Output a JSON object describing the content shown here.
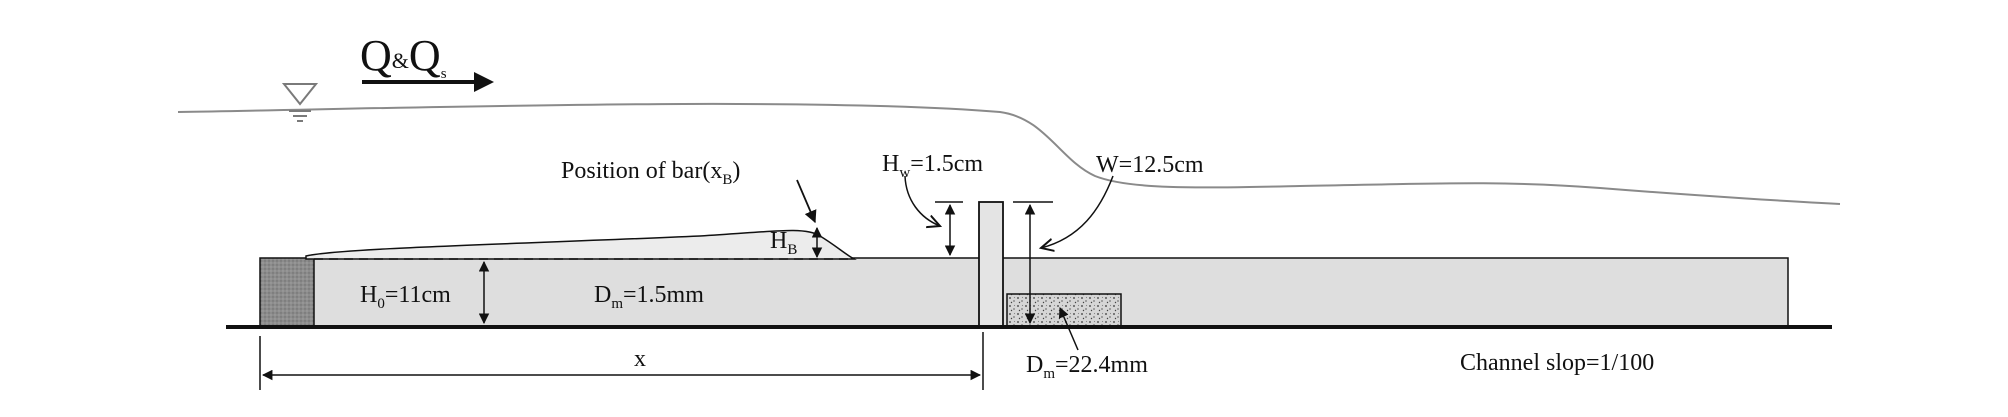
{
  "flow": {
    "q": "Q",
    "amp": "&",
    "qs_main": "Q",
    "qs_sub": "s"
  },
  "labels": {
    "position_bar_main": "Position of bar(x",
    "position_bar_sub": "B",
    "position_bar_close": ")",
    "hw_main": "H",
    "hw_sub": "w",
    "hw_value": "=1.5cm",
    "w_label": "W=12.5cm",
    "hb_main": "H",
    "hb_sub": "B",
    "h0_main": "H",
    "h0_sub": "0",
    "h0_value": "=11cm",
    "dm_bed_main": "D",
    "dm_bed_sub": "m",
    "dm_bed_value": "=1.5mm",
    "dm_coarse_main": "D",
    "dm_coarse_sub": "m",
    "dm_coarse_value": "=22.4mm",
    "x_label": "x",
    "channel_slope": "Channel slop=1/100"
  },
  "colors": {
    "ink": "#111111",
    "bed_fill": "#dedede",
    "bar_fill": "#ececec",
    "inlet_block": "#8c8c8c",
    "weir_fill": "#e4e4e4",
    "coarse_fill": "#d2d2d2",
    "water_line": "#8a8a8a"
  }
}
